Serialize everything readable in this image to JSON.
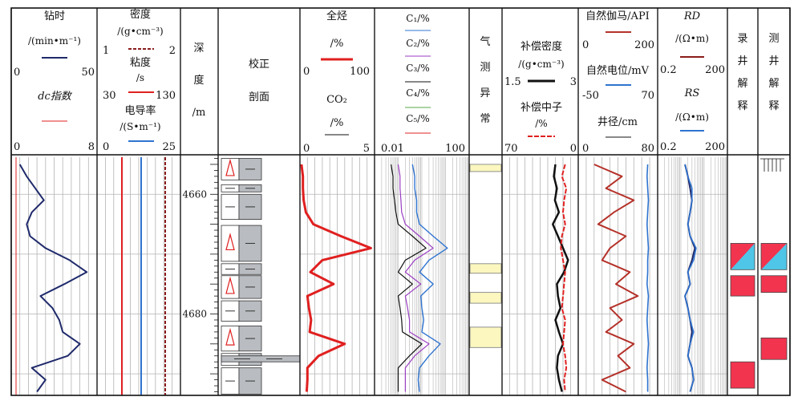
{
  "header": {
    "drill": {
      "title": "钻时",
      "unit": "/(min•m⁻¹)",
      "min": "0",
      "max": "50",
      "dc_label": "dc指数",
      "dc_min": "0",
      "dc_max": "8"
    },
    "mud": {
      "density_title": "密度",
      "density_unit": "/(g•cm⁻³)",
      "density_min": "1",
      "density_max": "2",
      "visc_title": "粘度",
      "visc_unit": "/s",
      "visc_min": "30",
      "visc_max": "130",
      "cond_title": "电导率",
      "cond_unit": "/(S•m⁻¹)",
      "cond_min": "0",
      "cond_max": "25"
    },
    "depth": {
      "c1": "深",
      "c2": "度",
      "c3": "/m"
    },
    "profile": {
      "l1": "校正",
      "l2": "剖面"
    },
    "gas": {
      "title": "全烃",
      "unit": "/%",
      "min": "0",
      "max": "100",
      "co2": "CO₂",
      "co2_unit": "/%",
      "co2_min": "0",
      "co2_max": "5"
    },
    "comp": {
      "c1": "C₁/%",
      "c2": "C₂/%",
      "c3": "C₃/%",
      "c4": "C₄/%",
      "c5": "C₅/%",
      "min": "0.01",
      "max": "100"
    },
    "anomaly": {
      "c1": "气",
      "c2": "测",
      "c3": "异",
      "c4": "常"
    },
    "porosity": {
      "den_title": "补偿密度",
      "den_unit": "/(g•cm⁻³)",
      "den_min": "1.5",
      "den_max": "3",
      "neu_title": "补偿中子",
      "neu_unit": "/%",
      "neu_min": "70",
      "neu_max": "0"
    },
    "litho": {
      "gr_title": "自然伽马/API",
      "gr_min": "0",
      "gr_max": "200",
      "sp_title": "自然电位/mV",
      "sp_min": "-50",
      "sp_max": "70",
      "cal_title": "井径/cm",
      "cal_min": "0",
      "cal_max": "80"
    },
    "resist": {
      "rd": "RD",
      "rd_unit": "/(Ω•m)",
      "rd_min": "0.2",
      "rd_max": "200",
      "rs": "RS",
      "rs_unit": "/(Ω•m)",
      "rs_min": "0.2",
      "rs_max": "200"
    },
    "mudlog": {
      "c1": "录",
      "c2": "井",
      "c3": "解",
      "c4": "释"
    },
    "wirelog": {
      "c1": "测",
      "c2": "井",
      "c3": "解",
      "c4": "释"
    }
  },
  "depth_labels": [
    "4660",
    "4680"
  ],
  "colors": {
    "navy": "#1f2a6b",
    "red": "#e02020",
    "blue": "#2f74d0",
    "darkred": "#8b1c1c",
    "brick": "#b5322a",
    "yellow": "#fbf7bf",
    "pink": "#f2344f",
    "cyan": "#4fc6e8",
    "purple": "#9a3fc2",
    "green": "#57a845",
    "gray": "#b3b3b3",
    "black": "#111111"
  },
  "chart_data": {
    "type": "line",
    "depth_range": [
      4653.8,
      4693.6
    ],
    "depth": [
      4655,
      4657,
      4659,
      4661,
      4663,
      4665,
      4667,
      4669,
      4671,
      4673,
      4675,
      4677,
      4679,
      4681,
      4683,
      4685,
      4687,
      4689,
      4691,
      4693
    ],
    "series": [
      {
        "track": "drill",
        "values": [
          5,
          9,
          14,
          19,
          12,
          9,
          11,
          20,
          34,
          44,
          31,
          17,
          24,
          28,
          30,
          40,
          33,
          12,
          20,
          15
        ]
      },
      {
        "track": "gas",
        "values": [
          2,
          4,
          4,
          5,
          8,
          18,
          55,
          95,
          30,
          14,
          45,
          10,
          12,
          15,
          13,
          60,
          25,
          10,
          10,
          9
        ]
      },
      {
        "track": "density",
        "values": [
          2.55,
          2.52,
          2.58,
          2.54,
          2.62,
          2.5,
          2.6,
          2.7,
          2.8,
          2.72,
          2.58,
          2.6,
          2.65,
          2.55,
          2.62,
          2.7,
          2.6,
          2.58,
          2.62,
          2.68
        ]
      },
      {
        "track": "neutron",
        "values": [
          12,
          15,
          11,
          13,
          14,
          12,
          15,
          16,
          14,
          12,
          13,
          14,
          15,
          12,
          13,
          14,
          12,
          11,
          13,
          12
        ]
      },
      {
        "track": "gamma",
        "values": [
          40,
          110,
          70,
          140,
          90,
          50,
          120,
          80,
          60,
          130,
          95,
          150,
          80,
          110,
          70,
          140,
          100,
          130,
          60,
          120
        ]
      },
      {
        "track": "sp",
        "values": [
          55,
          54,
          55,
          56,
          55,
          54,
          55,
          56,
          55,
          55,
          54,
          56,
          55,
          54,
          55,
          56,
          55,
          54,
          55,
          55
        ]
      },
      {
        "track": "rd",
        "values": [
          3,
          4,
          5,
          6,
          5,
          4,
          5,
          8,
          6,
          4,
          5,
          3,
          4,
          5,
          6,
          5,
          4,
          6,
          7,
          5
        ]
      },
      {
        "track": "rs",
        "values": [
          3,
          4,
          6,
          6,
          5,
          4,
          5,
          9,
          7,
          4,
          5,
          3,
          4,
          5,
          7,
          5,
          4,
          6,
          7,
          5
        ]
      },
      {
        "track": "c1",
        "values": [
          0.4,
          0.5,
          0.5,
          0.6,
          0.6,
          0.8,
          3,
          12,
          2,
          0.8,
          3,
          0.9,
          1,
          1.2,
          1,
          6,
          2,
          0.8,
          0.7,
          0.8
        ]
      },
      {
        "track": "c2",
        "values": [
          0.1,
          0.12,
          0.12,
          0.13,
          0.14,
          0.2,
          0.8,
          3,
          0.5,
          0.2,
          0.9,
          0.2,
          0.25,
          0.3,
          0.3,
          2,
          0.5,
          0.2,
          0.2,
          0.2
        ]
      },
      {
        "track": "c3",
        "values": [
          0.05,
          0.06,
          0.06,
          0.07,
          0.08,
          0.1,
          0.4,
          1.5,
          0.2,
          0.1,
          0.4,
          0.1,
          0.12,
          0.14,
          0.15,
          1,
          0.3,
          0.1,
          0.1,
          0.1
        ]
      }
    ],
    "gas_anomaly_bands": [
      [
        4655,
        4656.2
      ],
      [
        4671.6,
        4673.2
      ],
      [
        4676.4,
        4678.2
      ],
      [
        4682.2,
        4685.6
      ]
    ],
    "mud_log_intervals": [
      [
        4668.2,
        4672.6,
        "split"
      ],
      [
        4673.6,
        4677,
        "solid"
      ],
      [
        4688,
        4692.4,
        "solid"
      ]
    ],
    "wire_log_intervals": [
      [
        4668.2,
        4672.6,
        "split"
      ],
      [
        4673.6,
        4676.4,
        "solid"
      ],
      [
        4684,
        4687.6,
        "solid"
      ]
    ]
  }
}
